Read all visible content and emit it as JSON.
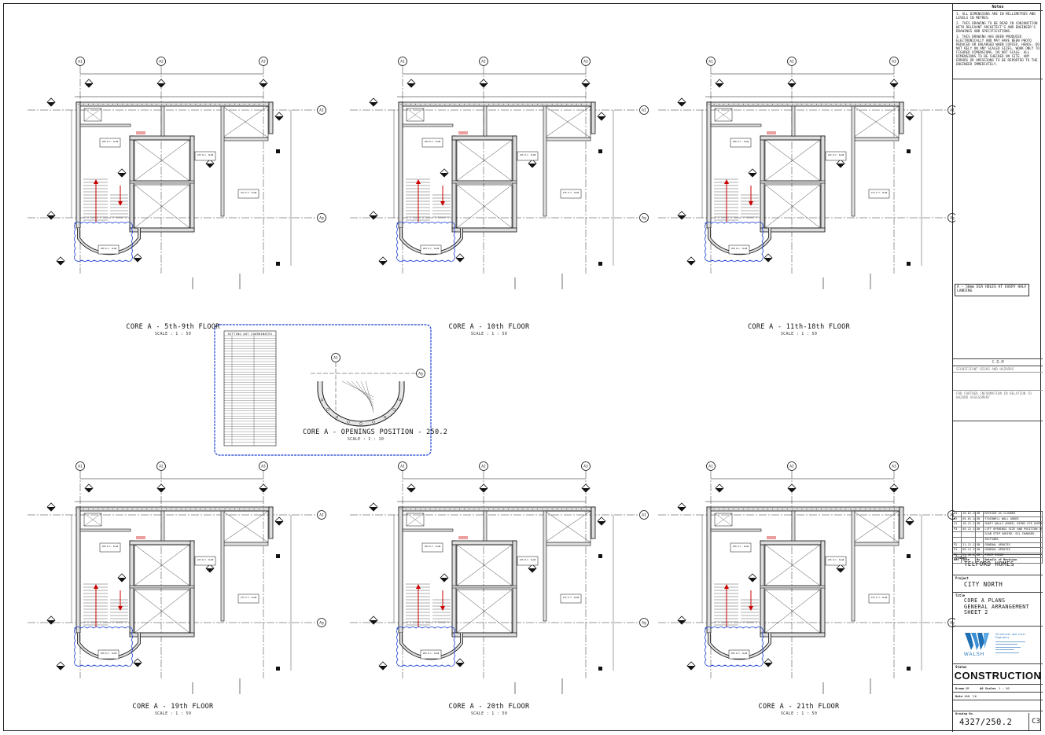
{
  "plans": [
    {
      "title": "CORE A - 5th-9th FLOOR",
      "scale": "SCALE : 1 : 50"
    },
    {
      "title": "CORE A - 10th FLOOR",
      "scale": "SCALE : 1 : 50"
    },
    {
      "title": "CORE A - 11th-18th FLOOR",
      "scale": "SCALE : 1 : 50"
    },
    {
      "title": "CORE A - 19th FLOOR",
      "scale": "SCALE : 1 : 50"
    },
    {
      "title": "CORE A - 20th FLOOR",
      "scale": "SCALE : 1 : 50"
    },
    {
      "title": "CORE A - 21th FLOOR",
      "scale": "SCALE : 1 : 50"
    }
  ],
  "openings": {
    "title": "CORE A - OPENINGS POSITION - 250.2",
    "scale": "SCALE : 1 : 10",
    "table_title": "SETTING OUT COORDINATES"
  },
  "grids": {
    "a1": "A1",
    "a2": "A2",
    "a3": "A3",
    "ai": "AI",
    "ag": "Ag"
  },
  "slab_labels": [
    "200 R.C. SLAB",
    "275 P.T. SLAB",
    "225 R.C. SLAB"
  ],
  "titleblock": {
    "notes_heading": "Notes",
    "notes": [
      "1. ALL DIMENSIONS ARE IN MILLIMETRES AND LEVELS IN METRES.",
      "2. THIS DRAWING TO BE READ IN CONJUNCTION WITH RELEVANT ARCHITECT'S AND ENGINEER'S DRAWINGS AND SPECIFICATIONS.",
      "3. THIS DRAWING HAS BEEN PRODUCED ELECTRONICALLY AND MAY HAVE BEEN PHOTO REDUCED OR ENLARGED WHEN COPIED. HENCE, DO NOT RELY ON ANY SCALED SIZES. WORK ONLY TO FIGURED DIMENSIONS. DO NOT SCALE. ALL DIMENSIONS TO BE CHECKED ON SITE. ANY ERRORS OR OMISSIONS TO BE REPORTED TO THE ENGINEER IMMEDIATELY."
    ],
    "note_a": "A - 50mm DIA HOLES AT EVERY HALF LANDING",
    "cdm_heading": "C.D.M",
    "cdm_line1": "SIGNIFICANT RISKS AND HAZARDS",
    "cdm_line2": "FOR FURTHER INFORMATION IN RELATION TO HAZARD ASSESSMENT",
    "revisions": [
      {
        "rev": "C3",
        "date": "10.01.16",
        "by": "GB",
        "desc": "REVISED AS CLOUDED"
      },
      {
        "rev": "C2",
        "date": "05.01.16",
        "by": "GB",
        "desc": "STAIRWELL WALL ADDED"
      },
      {
        "rev": "C1",
        "date": "18.12.15",
        "by": "GB",
        "desc": "SHAFT WALLS ADDED, BIRDS EYE OVERHEAD"
      },
      {
        "rev": "P3",
        "date": "05.12.15",
        "by": "GB",
        "desc": "LIFT OPENINGS SIZE AND POSITION CHANGED."
      },
      {
        "rev": "",
        "date": "",
        "by": "",
        "desc": "SLAB STEP VARIED. SSL CHANGED."
      },
      {
        "rev": "",
        "date": "",
        "by": "",
        "desc": "SECTIONS"
      },
      {
        "rev": "P2",
        "date": "11.11.15",
        "by": "GB",
        "desc": "GENERAL UPDATES"
      },
      {
        "rev": "P1",
        "date": "05.11.15",
        "by": "GB",
        "desc": "GENERAL UPDATES"
      },
      {
        "rev": "P0",
        "date": "21.10.15",
        "by": "GB",
        "desc": "FIRST ISSUE"
      }
    ],
    "rev_headers": {
      "rev": "Rev",
      "date": "Date",
      "by": "By",
      "desc": "Details of Revision"
    },
    "client_label": "Client",
    "client": "TELFORD HOMES",
    "project_label": "Project",
    "project": "CITY NORTH",
    "title_label": "Title",
    "title_lines": [
      "CORE A PLANS",
      "GENERAL ARRANGEMENT",
      "SHEET 2"
    ],
    "company": "WALSH",
    "company_sub": "Structural and Civil Engineers",
    "status_label": "Status",
    "status": "CONSTRUCTION",
    "drawn_label": "Drawn",
    "drawn": "GB",
    "scale_label": "A0 Scales",
    "scale": "1 : 50",
    "date_label": "Date",
    "date": "JAN '16",
    "drg_no_label": "Drawing No.",
    "drg_no": "4327/250.2",
    "rev": "C3"
  }
}
